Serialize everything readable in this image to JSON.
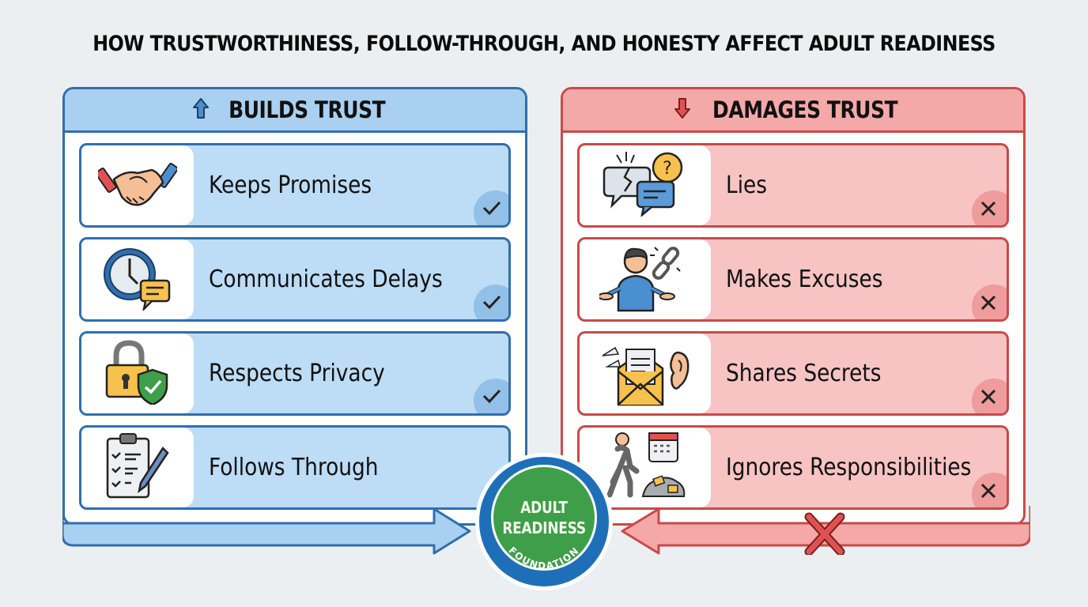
{
  "title": "HOW TRUSTWORTHINESS, FOLLOW-THROUGH, AND HONESTY AFFECT ADULT READINESS",
  "colors": {
    "background": "#eceff1",
    "builds_border": "#2f6fad",
    "builds_fill": "#bddcf6",
    "builds_header": "#a9d0f0",
    "damages_border": "#c84a4a",
    "damages_fill": "#f7c3c3",
    "damages_header": "#f4a8a8",
    "badge_ring": "#1e6fb8",
    "badge_center": "#3f9e4a"
  },
  "builds": {
    "header_icon": "arrow-up-icon",
    "header_label": "BUILDS TRUST",
    "items": [
      {
        "label": "Keeps Promises",
        "icon": "handshake-icon",
        "mark": "checkmark-icon"
      },
      {
        "label": "Communicates Delays",
        "icon": "clock-message-icon",
        "mark": "checkmark-icon"
      },
      {
        "label": "Respects Privacy",
        "icon": "padlock-shield-icon",
        "mark": "checkmark-icon"
      },
      {
        "label": "Follows Through",
        "icon": "clipboard-pen-icon",
        "mark": "none"
      }
    ]
  },
  "damages": {
    "header_icon": "arrow-down-icon",
    "header_label": "DAMAGES TRUST",
    "items": [
      {
        "label": "Lies",
        "icon": "broken-speech-bubbles-icon",
        "mark": "x-icon"
      },
      {
        "label": "Makes Excuses",
        "icon": "shrugging-person-broken-chain-icon",
        "mark": "x-icon"
      },
      {
        "label": "Shares Secrets",
        "icon": "envelope-ear-icon",
        "mark": "x-icon"
      },
      {
        "label": "Ignores Responsibilities",
        "icon": "walking-away-calendar-icon",
        "mark": "x-icon"
      }
    ]
  },
  "badge": {
    "line1": "ADULT",
    "line2": "READINESS",
    "foot": "FOUNDATION"
  }
}
